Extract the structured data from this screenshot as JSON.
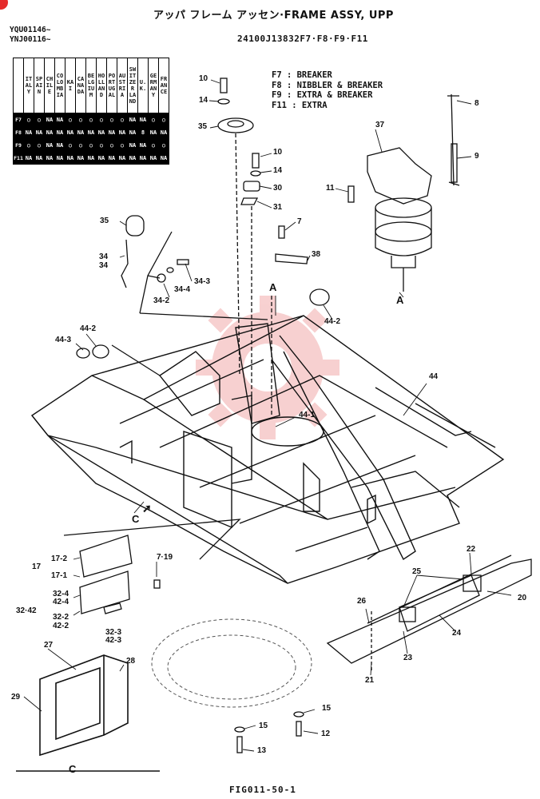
{
  "title": "アッパ フレーム アッセン·FRAME ASSY, UPP",
  "serials": [
    "YQU01146~",
    "YNJ00116~"
  ],
  "part_number": "24100J13832F7·F8·F9·F11",
  "legend": [
    "F7 : BREAKER",
    "F8 : NIBBLER & BREAKER",
    "F9 : EXTRA & BREAKER",
    "F11 : EXTRA"
  ],
  "figure_ref": "FIG011-50-1",
  "table": {
    "countries": [
      "ITALY",
      "SPAIN",
      "CHILE",
      "COLOMBIA",
      "KAI",
      "CANADA",
      "BELGIUM",
      "HOLLAND",
      "PORTUGAL",
      "AUSTRIA",
      "SWITZER LAND",
      "U.K.",
      "GERMANY",
      "FRANCE"
    ],
    "rows": [
      {
        "code": "F7",
        "cells": [
          "○",
          "○",
          "NA",
          "NA",
          "○",
          "○",
          "○",
          "○",
          "○",
          "○",
          "NA",
          "NA",
          "○",
          "○"
        ]
      },
      {
        "code": "F8",
        "cells": [
          "NA",
          "NA",
          "NA",
          "NA",
          "NA",
          "NA",
          "NA",
          "NA",
          "NA",
          "NA",
          "NA",
          "8",
          "NA",
          "NA"
        ]
      },
      {
        "code": "F9",
        "cells": [
          "○",
          "○",
          "NA",
          "NA",
          "○",
          "○",
          "○",
          "○",
          "○",
          "○",
          "NA",
          "NA",
          "○",
          "○"
        ]
      },
      {
        "code": "F11",
        "cells": [
          "NA",
          "NA",
          "NA",
          "NA",
          "NA",
          "NA",
          "NA",
          "NA",
          "NA",
          "NA",
          "NA",
          "NA",
          "NA",
          "NA"
        ]
      }
    ]
  },
  "callouts": {
    "c10a": "10",
    "c14a": "14",
    "c35a": "35",
    "c10b": "10",
    "c14b": "14",
    "c30": "30",
    "c31": "31",
    "c7a": "7",
    "c38": "38",
    "c8": "8",
    "c9": "9",
    "c37": "37",
    "c11": "11",
    "cA1": "A",
    "cA2": "A",
    "c35b": "35",
    "c34a": "34",
    "c34b": "34",
    "c343": "34-3",
    "c344": "34-4",
    "c342": "34-2",
    "c442a": "44-2",
    "c442b": "44-2",
    "c443": "44-3",
    "c441": "44-1",
    "c44": "44",
    "cC1": "C",
    "c172": "17-2",
    "c17": "17",
    "c171": "17-1",
    "c719": "7·19",
    "c324": "32-4",
    "c424": "42-4",
    "c3242": "32·42",
    "c322": "32-2",
    "c422": "42-2",
    "c323": "32-3",
    "c423": "42-3",
    "c27": "27",
    "c28": "28",
    "c29": "29",
    "cC2": "C",
    "c22": "22",
    "c25": "25",
    "c20": "20",
    "c26": "26",
    "c24": "24",
    "c23": "23",
    "c21": "21",
    "c15a": "15",
    "c15b": "15",
    "c12": "12",
    "c13": "13"
  }
}
